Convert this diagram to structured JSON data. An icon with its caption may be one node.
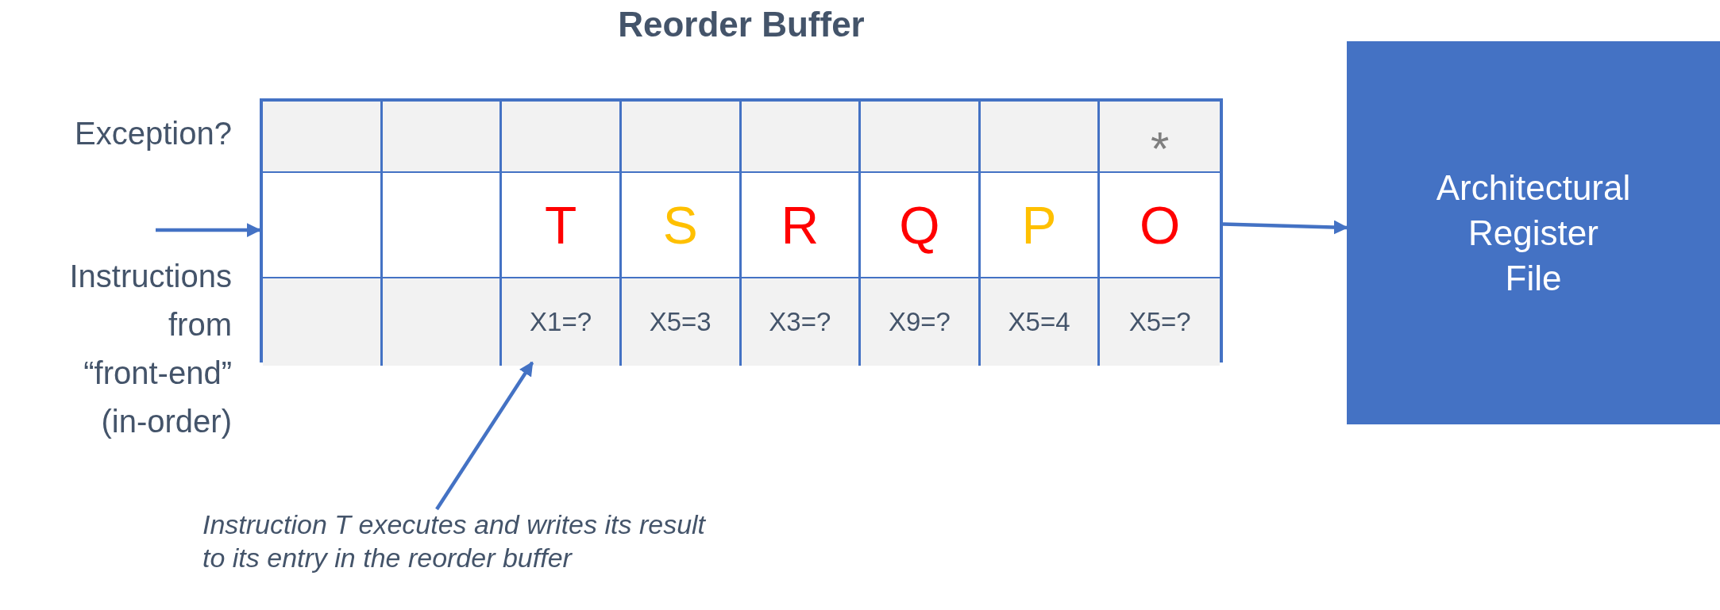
{
  "diagram": {
    "nodes": [
      {
        "text": [
          "Reorder Buffer"
        ]
      },
      {
        "text": [],
        "shape": "box",
        "in": 0
      },
      {
        "text": [],
        "shape": "box",
        "in": 0
      },
      {
        "text": [],
        "shape": "box",
        "in": 0
      },
      {
        "text": [],
        "shape": "box",
        "in": 0
      },
      {
        "text": [],
        "shape": "box",
        "in": 0
      },
      {
        "text": [],
        "shape": "box",
        "in": 0
      },
      {
        "text": [],
        "shape": "box",
        "in": 0
      },
      {
        "text": [
          "*"
        ],
        "in": 0
      },
      {
        "text": [],
        "shape": "box",
        "in": 0
      },
      {
        "text": [],
        "shape": "box",
        "in": 0
      },
      {
        "text": [
          "T"
        ],
        "in": 0
      },
      {
        "text": [
          "S"
        ],
        "in": 0
      },
      {
        "text": [
          "R"
        ],
        "in": 0
      },
      {
        "text": [
          "Q"
        ],
        "in": 0
      },
      {
        "text": [
          "P"
        ],
        "in": 0
      },
      {
        "text": [
          "O"
        ],
        "in": 0
      },
      {
        "text": [],
        "shape": "box",
        "in": 0
      },
      {
        "text": [],
        "shape": "box",
        "in": 0
      },
      {
        "text": [
          "X1=?"
        ],
        "in": 0
      },
      {
        "text": [
          "X5=3"
        ],
        "in": 0
      },
      {
        "text": [
          "X3=?"
        ],
        "in": 0
      },
      {
        "text": [
          "X9=?"
        ],
        "in": 0
      },
      {
        "text": [
          "X5=4"
        ],
        "in": 0
      },
      {
        "text": [
          "X5=?"
        ],
        "in": 0
      },
      {
        "text": [
          "Architectural Register File"
        ]
      },
      {
        "text": [
          "Instruction T executes and writes its result to its entry in the reorder buffer"
        ]
      }
    ],
    "edges": [
      {
        "from": null,
        "to": 0,
        "arrow": "to"
      },
      {
        "from": 16,
        "to": 25,
        "arrow": "to"
      },
      {
        "from": 26,
        "to": 19,
        "arrow": "to"
      }
    ],
    "labels": [
      "Exception?",
      "Instructions from “front-end” (in-order)"
    ]
  }
}
